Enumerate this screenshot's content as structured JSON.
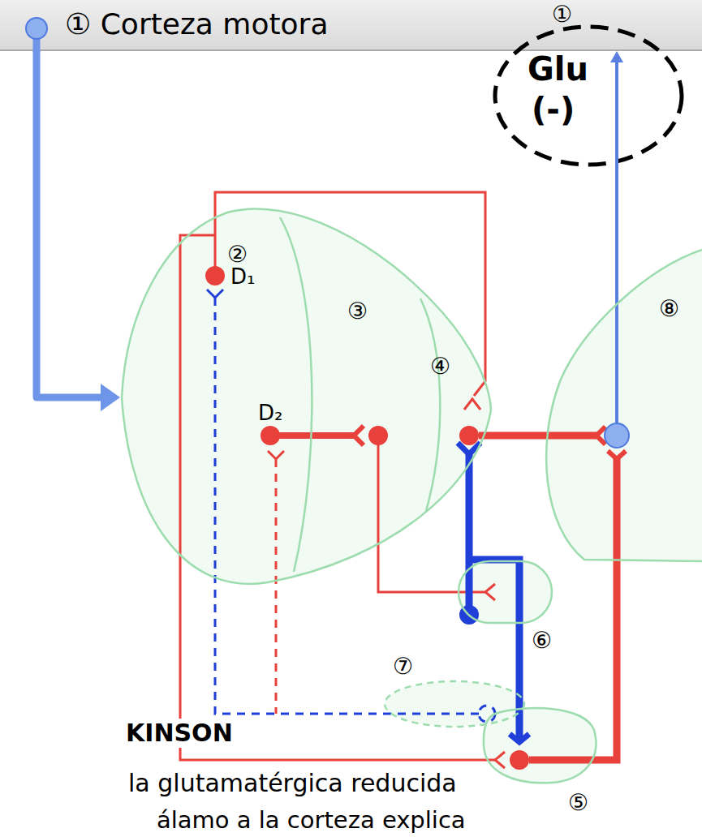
{
  "diagram": {
    "nodes": [
      {
        "text": [
          "① Corteza motora",
          "①"
        ]
      },
      {
        "text": [
          "②"
        ]
      },
      {
        "text": [
          "③"
        ]
      },
      {
        "text": [
          "④"
        ]
      },
      {
        "text": [
          "⑧"
        ]
      },
      {
        "text": [
          "⑥"
        ]
      },
      {
        "text": [
          "⑦"
        ]
      },
      {
        "text": [
          "⑤"
        ]
      }
    ],
    "edges": [
      {
        "from": 0,
        "to": 1,
        "arrow": "to"
      },
      {
        "from": 4,
        "to": 0,
        "arrow": "to"
      }
    ],
    "labels": [
      "Glu",
      "(-)",
      "D₁",
      "D₂",
      "KINSON",
      "la glutamatérgica reducida",
      "álamo a la corteza explica"
    ]
  }
}
